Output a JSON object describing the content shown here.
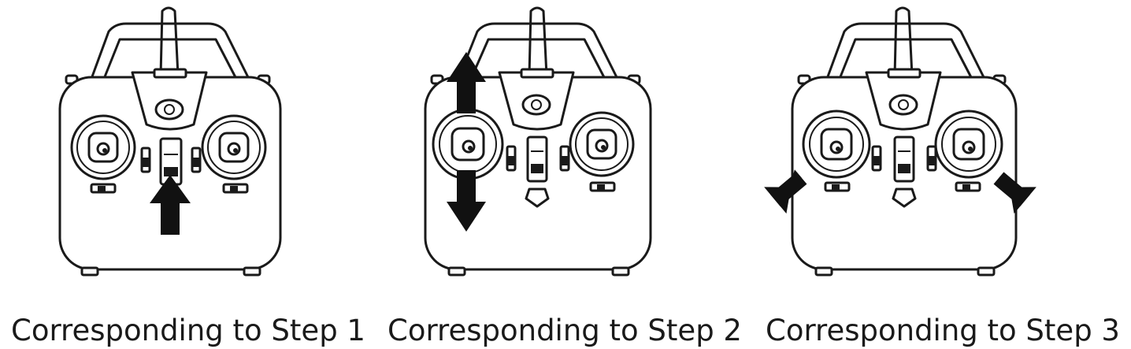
{
  "panels": [
    {
      "caption": "Corresponding to Step  1",
      "arrow": "throttle-up"
    },
    {
      "caption": "Corresponding to Step  2",
      "arrow": "left-stick-up-down"
    },
    {
      "caption": "Corresponding to Step  3",
      "arrow": "sticks-down-outward"
    }
  ]
}
